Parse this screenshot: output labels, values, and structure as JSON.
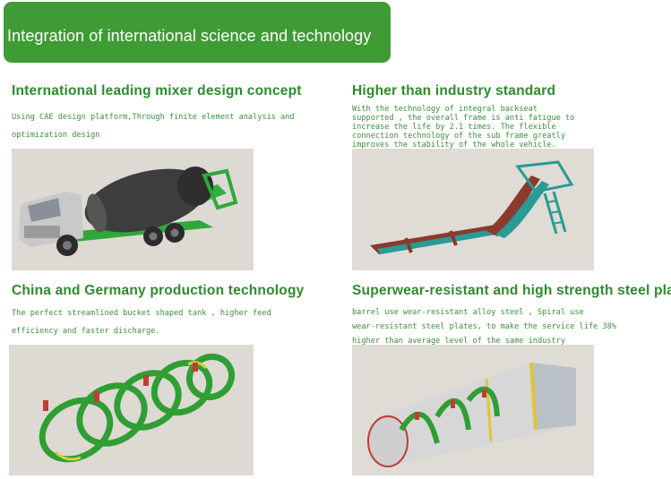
{
  "banner": {
    "title": "Integration of international science and technology"
  },
  "sections": [
    {
      "title": "International leading mixer design concept",
      "lines": [
        "Using CAE design platform,Through finite element analysis and",
        "optimization design"
      ]
    },
    {
      "title": "Higher than industry standard",
      "lines": [
        "With the technology of integral backseat",
        "supported , the overall frame is anti fatigue to",
        "increase the life by 2.1 times. The flexible",
        "connection technology of the sub frame greatly",
        "improves the stability of the whole vehicle."
      ]
    },
    {
      "title": "China and Germany production technology",
      "lines": [
        "The perfect streamlined bucket shaped tank , higher feed",
        "efficiency and faster discharge."
      ]
    },
    {
      "title": "Superwear-resistant and high strength steel plate",
      "lines": [
        "barrel use wear-resistant alloy steel , Spiral use",
        "wear-resistant steel plates, to make the service life 38%",
        "higher than average level of the same industry"
      ]
    }
  ],
  "colors": {
    "banner": "#3f9b34",
    "heading": "#2e8b2e",
    "body": "#3b8f3b",
    "panel": "#dddbd4"
  }
}
